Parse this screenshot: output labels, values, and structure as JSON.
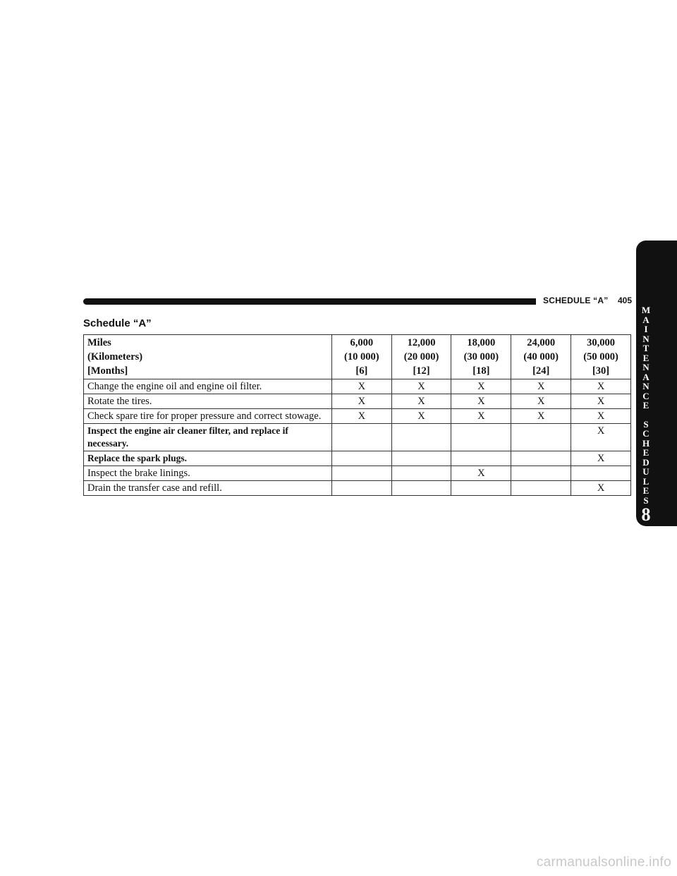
{
  "header": {
    "title": "SCHEDULE “A”",
    "page": "405"
  },
  "section_title": "Schedule “A”",
  "table": {
    "header_labels": [
      "Miles",
      "(Kilometers)",
      "[Months]"
    ],
    "columns": [
      {
        "miles": "6,000",
        "km": "(10 000)",
        "months": "[6]"
      },
      {
        "miles": "12,000",
        "km": "(20 000)",
        "months": "[12]"
      },
      {
        "miles": "18,000",
        "km": "(30 000)",
        "months": "[18]"
      },
      {
        "miles": "24,000",
        "km": "(40 000)",
        "months": "[24]"
      },
      {
        "miles": "30,000",
        "km": "(50 000)",
        "months": "[30]"
      }
    ],
    "rows": [
      {
        "task": "Change the engine oil and engine oil filter.",
        "bold": false,
        "marks": [
          "X",
          "X",
          "X",
          "X",
          "X"
        ]
      },
      {
        "task": "Rotate the tires.",
        "bold": false,
        "marks": [
          "X",
          "X",
          "X",
          "X",
          "X"
        ]
      },
      {
        "task": "Check spare tire for proper pressure and correct stowage.",
        "bold": false,
        "marks": [
          "X",
          "X",
          "X",
          "X",
          "X"
        ]
      },
      {
        "task": "Inspect the engine air cleaner filter, and replace if necessary.",
        "bold": true,
        "marks": [
          "",
          "",
          "",
          "",
          "X"
        ]
      },
      {
        "task": "Replace the spark plugs.",
        "bold": true,
        "marks": [
          "",
          "",
          "",
          "",
          "X"
        ]
      },
      {
        "task": "Inspect the brake linings.",
        "bold": false,
        "marks": [
          "",
          "",
          "X",
          "",
          ""
        ]
      },
      {
        "task": "Drain the transfer case and refill.",
        "bold": false,
        "marks": [
          "",
          "",
          "",
          "",
          "X"
        ]
      }
    ]
  },
  "side_tab": {
    "letters": [
      "M",
      "A",
      "I",
      "N",
      "T",
      "E",
      "N",
      "A",
      "N",
      "C",
      "E",
      "",
      "S",
      "C",
      "H",
      "E",
      "D",
      "U",
      "L",
      "E",
      "S"
    ],
    "chapter": "8"
  },
  "watermark": "carmanualsonline.info"
}
